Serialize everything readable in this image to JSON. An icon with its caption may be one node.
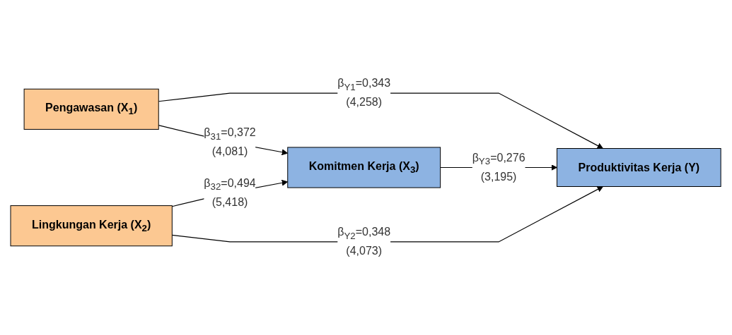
{
  "diagram": {
    "nodes": [
      {
        "text": [
          "Pengawasan (X$_{1}$)"
        ]
      },
      {
        "text": [
          "Komitmen Kerja (X$_{3}$)"
        ]
      },
      {
        "text": [
          "Produktivitas Kerja (Y)"
        ]
      },
      {
        "text": [
          "Lingkungan Kerja (X$_{2}$)"
        ]
      }
    ],
    "edges": [
      {
        "from": 0,
        "to": 1,
        "arrow": "to",
        "label": "β$_{31}$=0,372 (4,081)"
      },
      {
        "from": 0,
        "to": 2,
        "arrow": "to",
        "label": "β$_{Y1}$=0,343 (4,258)"
      },
      {
        "from": 1,
        "to": 2,
        "arrow": "to",
        "label": "β$_{Y3}$=0,276 (3,195)"
      },
      {
        "from": 3,
        "to": 1,
        "arrow": "to",
        "label": "β$_{32}$=0,494 (5,418)"
      },
      {
        "from": 3,
        "to": 2,
        "arrow": "to",
        "label": "β$_{Y2}$=0,348 (4,073)"
      }
    ]
  }
}
